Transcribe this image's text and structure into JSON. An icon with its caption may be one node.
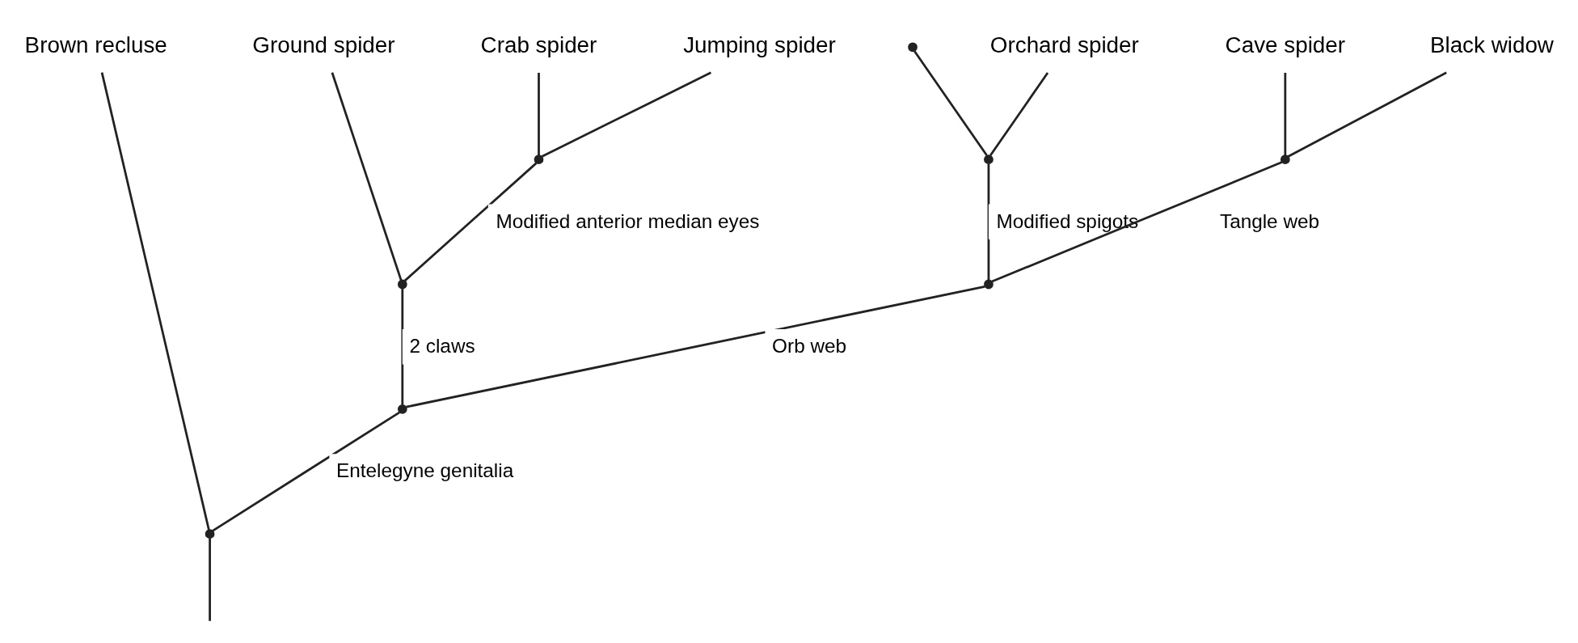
{
  "diagram": {
    "nodes": [
      {
        "text": [
          "Brown recluse"
        ]
      },
      {
        "text": [
          "Ground spider"
        ]
      },
      {
        "text": [
          "Crab spider"
        ]
      },
      {
        "text": [
          "Jumping spider"
        ]
      },
      {
        "text": [],
        "shape": "point"
      },
      {
        "text": [
          "Orchard spider"
        ]
      },
      {
        "text": [
          "Cave spider"
        ]
      },
      {
        "text": [
          "Black widow"
        ]
      },
      {
        "text": [],
        "shape": "point"
      },
      {
        "text": [],
        "shape": "point"
      },
      {
        "text": [],
        "shape": "point"
      },
      {
        "text": [],
        "shape": "point"
      },
      {
        "text": [],
        "shape": "point"
      },
      {
        "text": [],
        "shape": "point"
      },
      {
        "text": [],
        "shape": "point"
      }
    ],
    "edges": [
      {
        "from": null,
        "to": 14,
        "arrow": "none"
      },
      {
        "from": 14,
        "to": 0,
        "arrow": "none"
      },
      {
        "from": 14,
        "to": 13,
        "arrow": "none",
        "label": "Entelegyne genitalia"
      },
      {
        "from": 13,
        "to": 11,
        "arrow": "none",
        "label": "2 claws"
      },
      {
        "from": 11,
        "to": 1,
        "arrow": "none"
      },
      {
        "from": 11,
        "to": 8,
        "arrow": "none",
        "label": "Modified anterior median eyes"
      },
      {
        "from": 8,
        "to": 2,
        "arrow": "none"
      },
      {
        "from": 8,
        "to": 3,
        "arrow": "none"
      },
      {
        "from": 13,
        "to": 12,
        "arrow": "none",
        "label": "Orb web"
      },
      {
        "from": 12,
        "to": 9,
        "arrow": "none",
        "label": "Modified spigots"
      },
      {
        "from": 9,
        "to": 4,
        "arrow": "none"
      },
      {
        "from": 9,
        "to": 5,
        "arrow": "none"
      },
      {
        "from": 12,
        "to": 10,
        "arrow": "none",
        "label": "Tangle web"
      },
      {
        "from": 10,
        "to": 6,
        "arrow": "none"
      },
      {
        "from": 10,
        "to": 7,
        "arrow": "none"
      }
    ]
  }
}
